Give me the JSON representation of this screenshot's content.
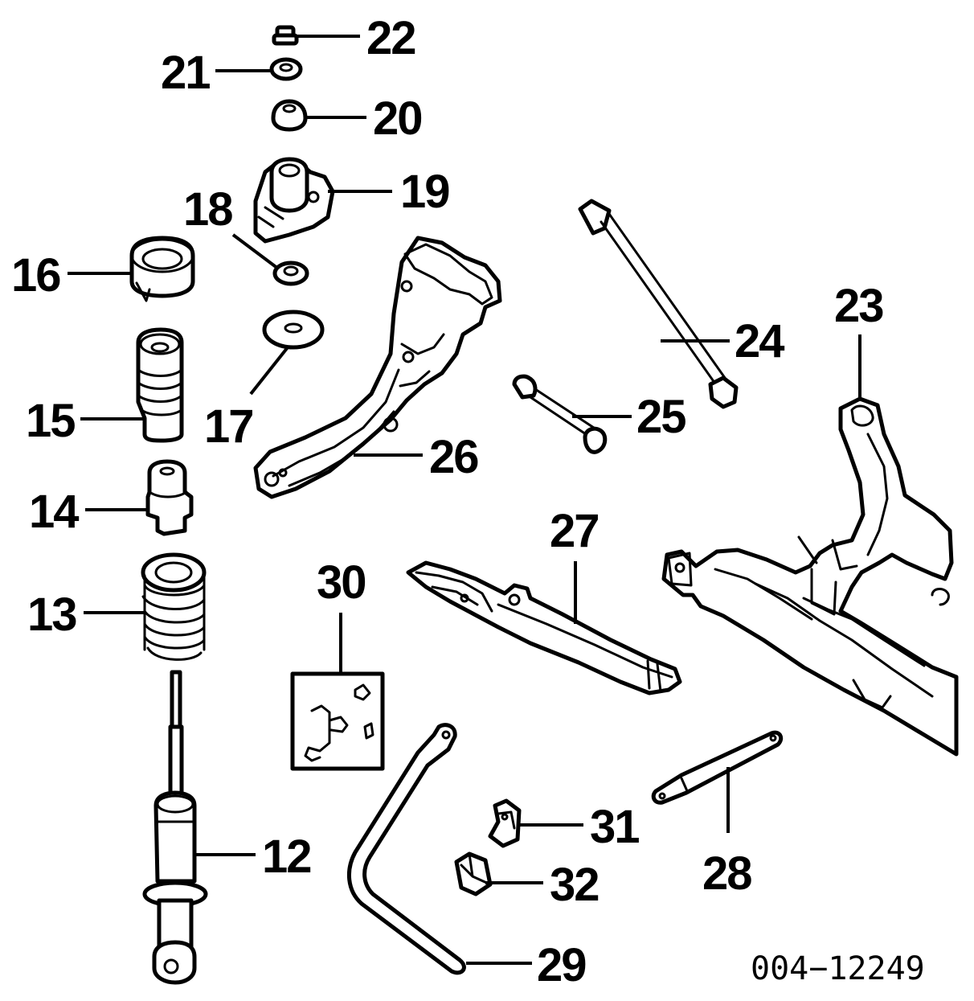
{
  "diagram_code": "004−12249",
  "callouts": {
    "c12": "12",
    "c13": "13",
    "c14": "14",
    "c15": "15",
    "c16": "16",
    "c17": "17",
    "c18": "18",
    "c19": "19",
    "c20": "20",
    "c21": "21",
    "c22": "22",
    "c23": "23",
    "c24": "24",
    "c25": "25",
    "c26": "26",
    "c27": "27",
    "c28": "28",
    "c29": "29",
    "c30": "30",
    "c31": "31",
    "c32": "32"
  },
  "colors": {
    "ink": "#000000",
    "paper": "#ffffff"
  }
}
